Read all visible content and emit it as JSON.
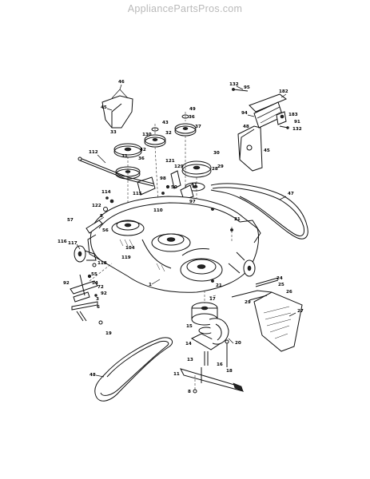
{
  "header": {
    "site_name": "AppliancePartsPros.com"
  },
  "callouts": [
    {
      "id": "46",
      "label": "46"
    },
    {
      "id": "45a",
      "label": "45"
    },
    {
      "id": "132a",
      "label": "132"
    },
    {
      "id": "95",
      "label": "95"
    },
    {
      "id": "182",
      "label": "182"
    },
    {
      "id": "94",
      "label": "94"
    },
    {
      "id": "183",
      "label": "183"
    },
    {
      "id": "91",
      "label": "91"
    },
    {
      "id": "132b",
      "label": "132"
    },
    {
      "id": "49",
      "label": "49"
    },
    {
      "id": "43",
      "label": "43"
    },
    {
      "id": "36a",
      "label": "36"
    },
    {
      "id": "37",
      "label": "37"
    },
    {
      "id": "130",
      "label": "130"
    },
    {
      "id": "32",
      "label": "32"
    },
    {
      "id": "33",
      "label": "33"
    },
    {
      "id": "48",
      "label": "48"
    },
    {
      "id": "45b",
      "label": "45"
    },
    {
      "id": "112",
      "label": "112"
    },
    {
      "id": "42",
      "label": "42"
    },
    {
      "id": "31",
      "label": "31"
    },
    {
      "id": "36b",
      "label": "36"
    },
    {
      "id": "30",
      "label": "30"
    },
    {
      "id": "28",
      "label": "28"
    },
    {
      "id": "29",
      "label": "29"
    },
    {
      "id": "98",
      "label": "98"
    },
    {
      "id": "121",
      "label": "121"
    },
    {
      "id": "129",
      "label": "129"
    },
    {
      "id": "41",
      "label": "41"
    },
    {
      "id": "50",
      "label": "50"
    },
    {
      "id": "114",
      "label": "114"
    },
    {
      "id": "115",
      "label": "115"
    },
    {
      "id": "97",
      "label": "97"
    },
    {
      "id": "47",
      "label": "47"
    },
    {
      "id": "122",
      "label": "122"
    },
    {
      "id": "110",
      "label": "110"
    },
    {
      "id": "57",
      "label": "57"
    },
    {
      "id": "5",
      "label": "5"
    },
    {
      "id": "56",
      "label": "56"
    },
    {
      "id": "21a",
      "label": "21"
    },
    {
      "id": "116",
      "label": "116"
    },
    {
      "id": "117",
      "label": "117"
    },
    {
      "id": "118",
      "label": "118"
    },
    {
      "id": "55",
      "label": "55"
    },
    {
      "id": "54",
      "label": "54"
    },
    {
      "id": "92a",
      "label": "92"
    },
    {
      "id": "72",
      "label": "72"
    },
    {
      "id": "92b",
      "label": "92"
    },
    {
      "id": "3",
      "label": "3"
    },
    {
      "id": "6",
      "label": "6"
    },
    {
      "id": "19",
      "label": "19"
    },
    {
      "id": "104",
      "label": "104"
    },
    {
      "id": "119",
      "label": "119"
    },
    {
      "id": "1",
      "label": "1"
    },
    {
      "id": "21b",
      "label": "21"
    },
    {
      "id": "24",
      "label": "24"
    },
    {
      "id": "25",
      "label": "25"
    },
    {
      "id": "26",
      "label": "26"
    },
    {
      "id": "27",
      "label": "27"
    },
    {
      "id": "29b",
      "label": "29"
    },
    {
      "id": "20",
      "label": "20"
    },
    {
      "id": "17",
      "label": "17"
    },
    {
      "id": "15",
      "label": "15"
    },
    {
      "id": "14",
      "label": "14"
    },
    {
      "id": "13",
      "label": "13"
    },
    {
      "id": "18",
      "label": "18"
    },
    {
      "id": "16",
      "label": "16"
    },
    {
      "id": "11",
      "label": "11"
    },
    {
      "id": "8",
      "label": "8"
    },
    {
      "id": "48b",
      "label": "48"
    }
  ]
}
